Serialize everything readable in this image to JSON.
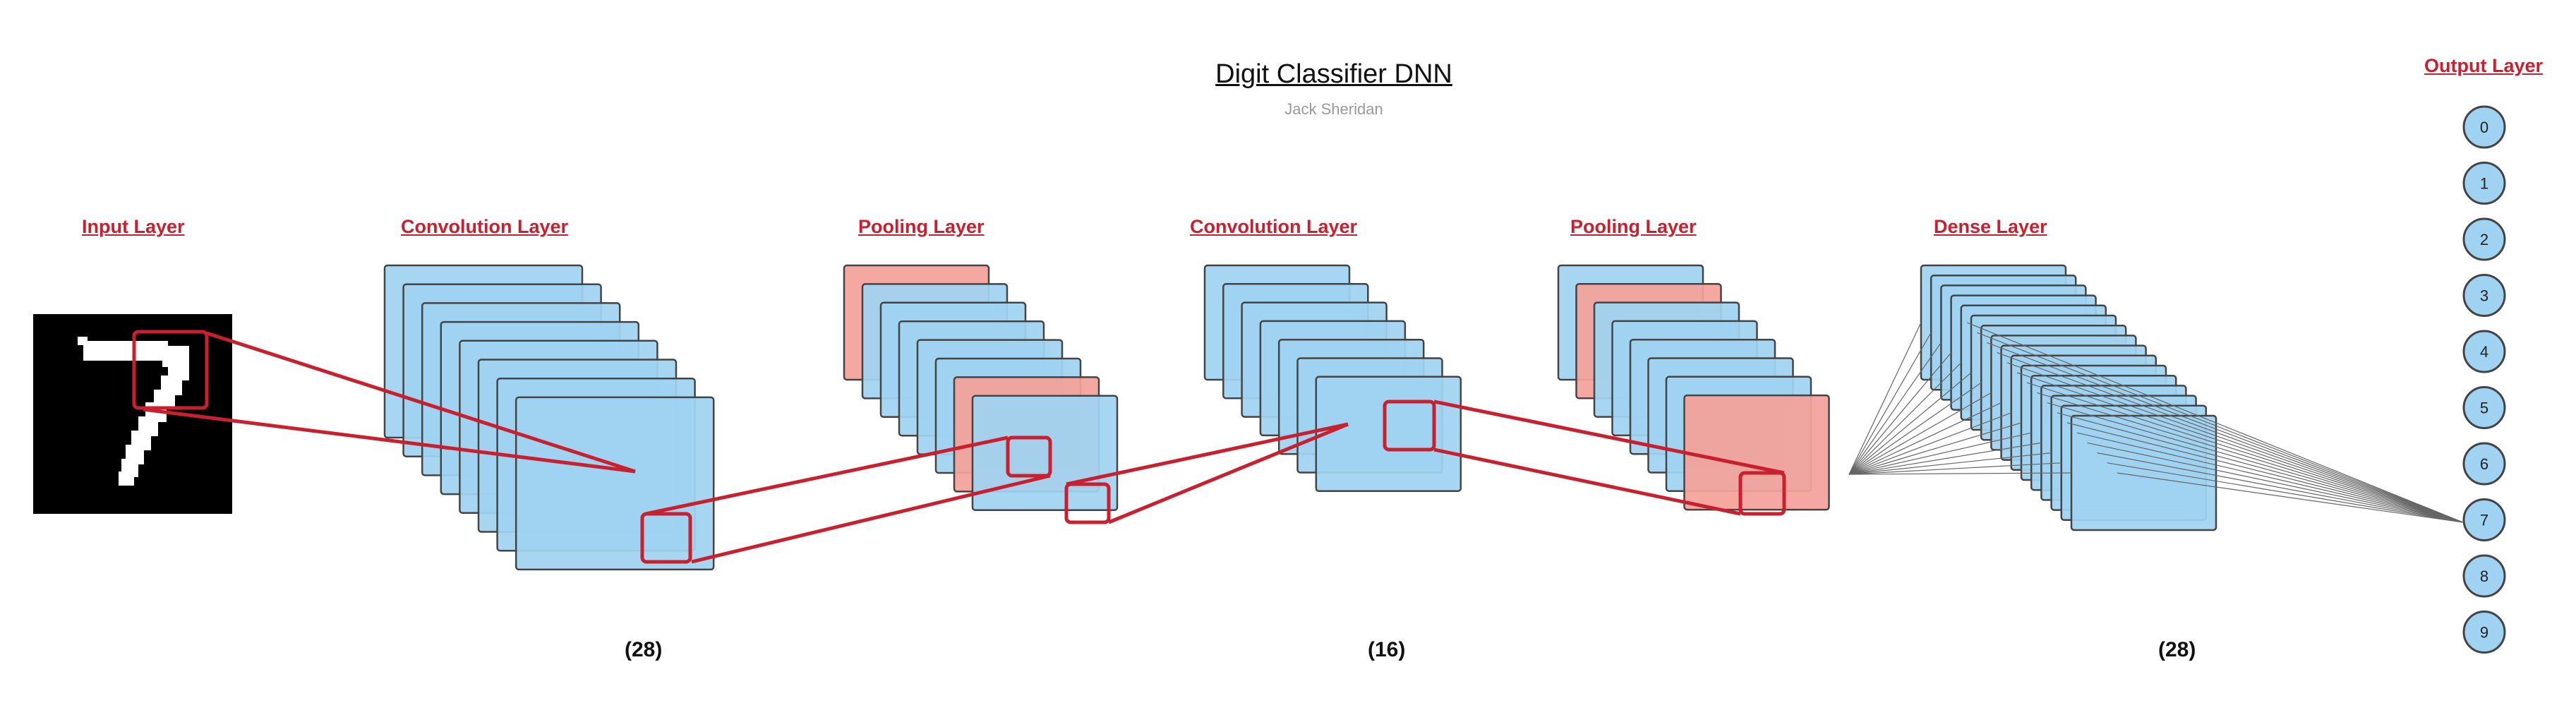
{
  "header": {
    "title": "Digit Classifier DNN",
    "author": "Jack Sheridan"
  },
  "layers": [
    {
      "label": "Input Layer"
    },
    {
      "label": "Convolution Layer"
    },
    {
      "label": "Pooling Layer"
    },
    {
      "label": "Convolution Layer"
    },
    {
      "label": "Pooling Layer"
    },
    {
      "label": "Dense Layer"
    },
    {
      "label": "Output Layer"
    }
  ],
  "counts": [
    "(28)",
    "(16)",
    "(28)"
  ],
  "output_nodes": [
    "0",
    "1",
    "2",
    "3",
    "4",
    "5",
    "6",
    "7",
    "8",
    "9"
  ],
  "colors": {
    "accent": "#c8202e",
    "feature_map_fill": "#9fd3f1",
    "highlight_map_fill": "#f4a19a",
    "stroke": "#444444",
    "input_background": "#000000",
    "digit": "#ffffff"
  },
  "input_digit": "7"
}
